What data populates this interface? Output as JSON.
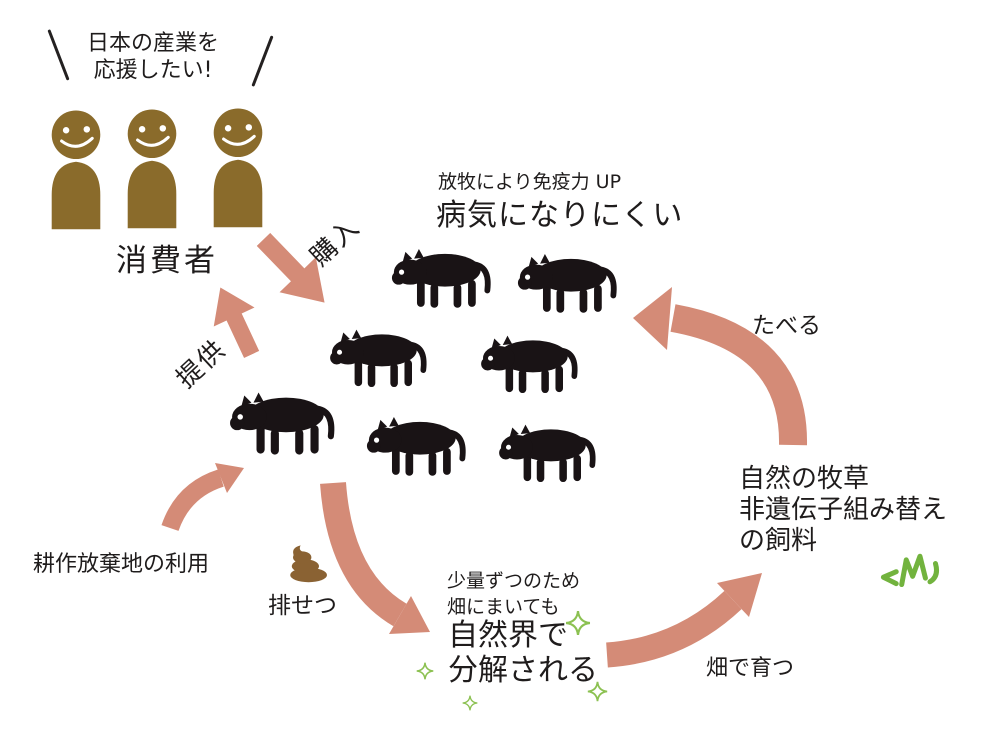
{
  "colors": {
    "arrow_salmon": "#d48b77",
    "person_brown": "#8a6b2b",
    "poop_brown": "#8a6233",
    "cow_black": "#191315",
    "grass_green": "#72b33e",
    "sparkle_green": "#8cc152",
    "text": "#1f1c1c"
  },
  "bubble": {
    "line1": "日本の産業を",
    "line2": "応援したい!"
  },
  "consumers": {
    "label": "消費者",
    "figure_count": 3
  },
  "arrows": {
    "purchase": "購入",
    "provide": "提供",
    "eat": "たべる",
    "grow": "畑で育つ",
    "excrete": "排せつ"
  },
  "cattle": {
    "note": "放牧により免疫力 UP",
    "heading": "病気になりにくい",
    "cow_count": 7
  },
  "feed": {
    "line1": "自然の牧草",
    "line2": "非遺伝子組み替え",
    "line3": "の飼料"
  },
  "land": {
    "label": "耕作放棄地の利用"
  },
  "decompose": {
    "note1": "少量ずつのため",
    "note2": "畑にまいても",
    "heading1": "自然界で",
    "heading2": "分解される"
  },
  "icons": {
    "person": "person-figure-icon",
    "cow": "cow-icon",
    "poop": "poop-icon",
    "grass": "grass-icon",
    "sparkle": "sparkle-icon"
  }
}
